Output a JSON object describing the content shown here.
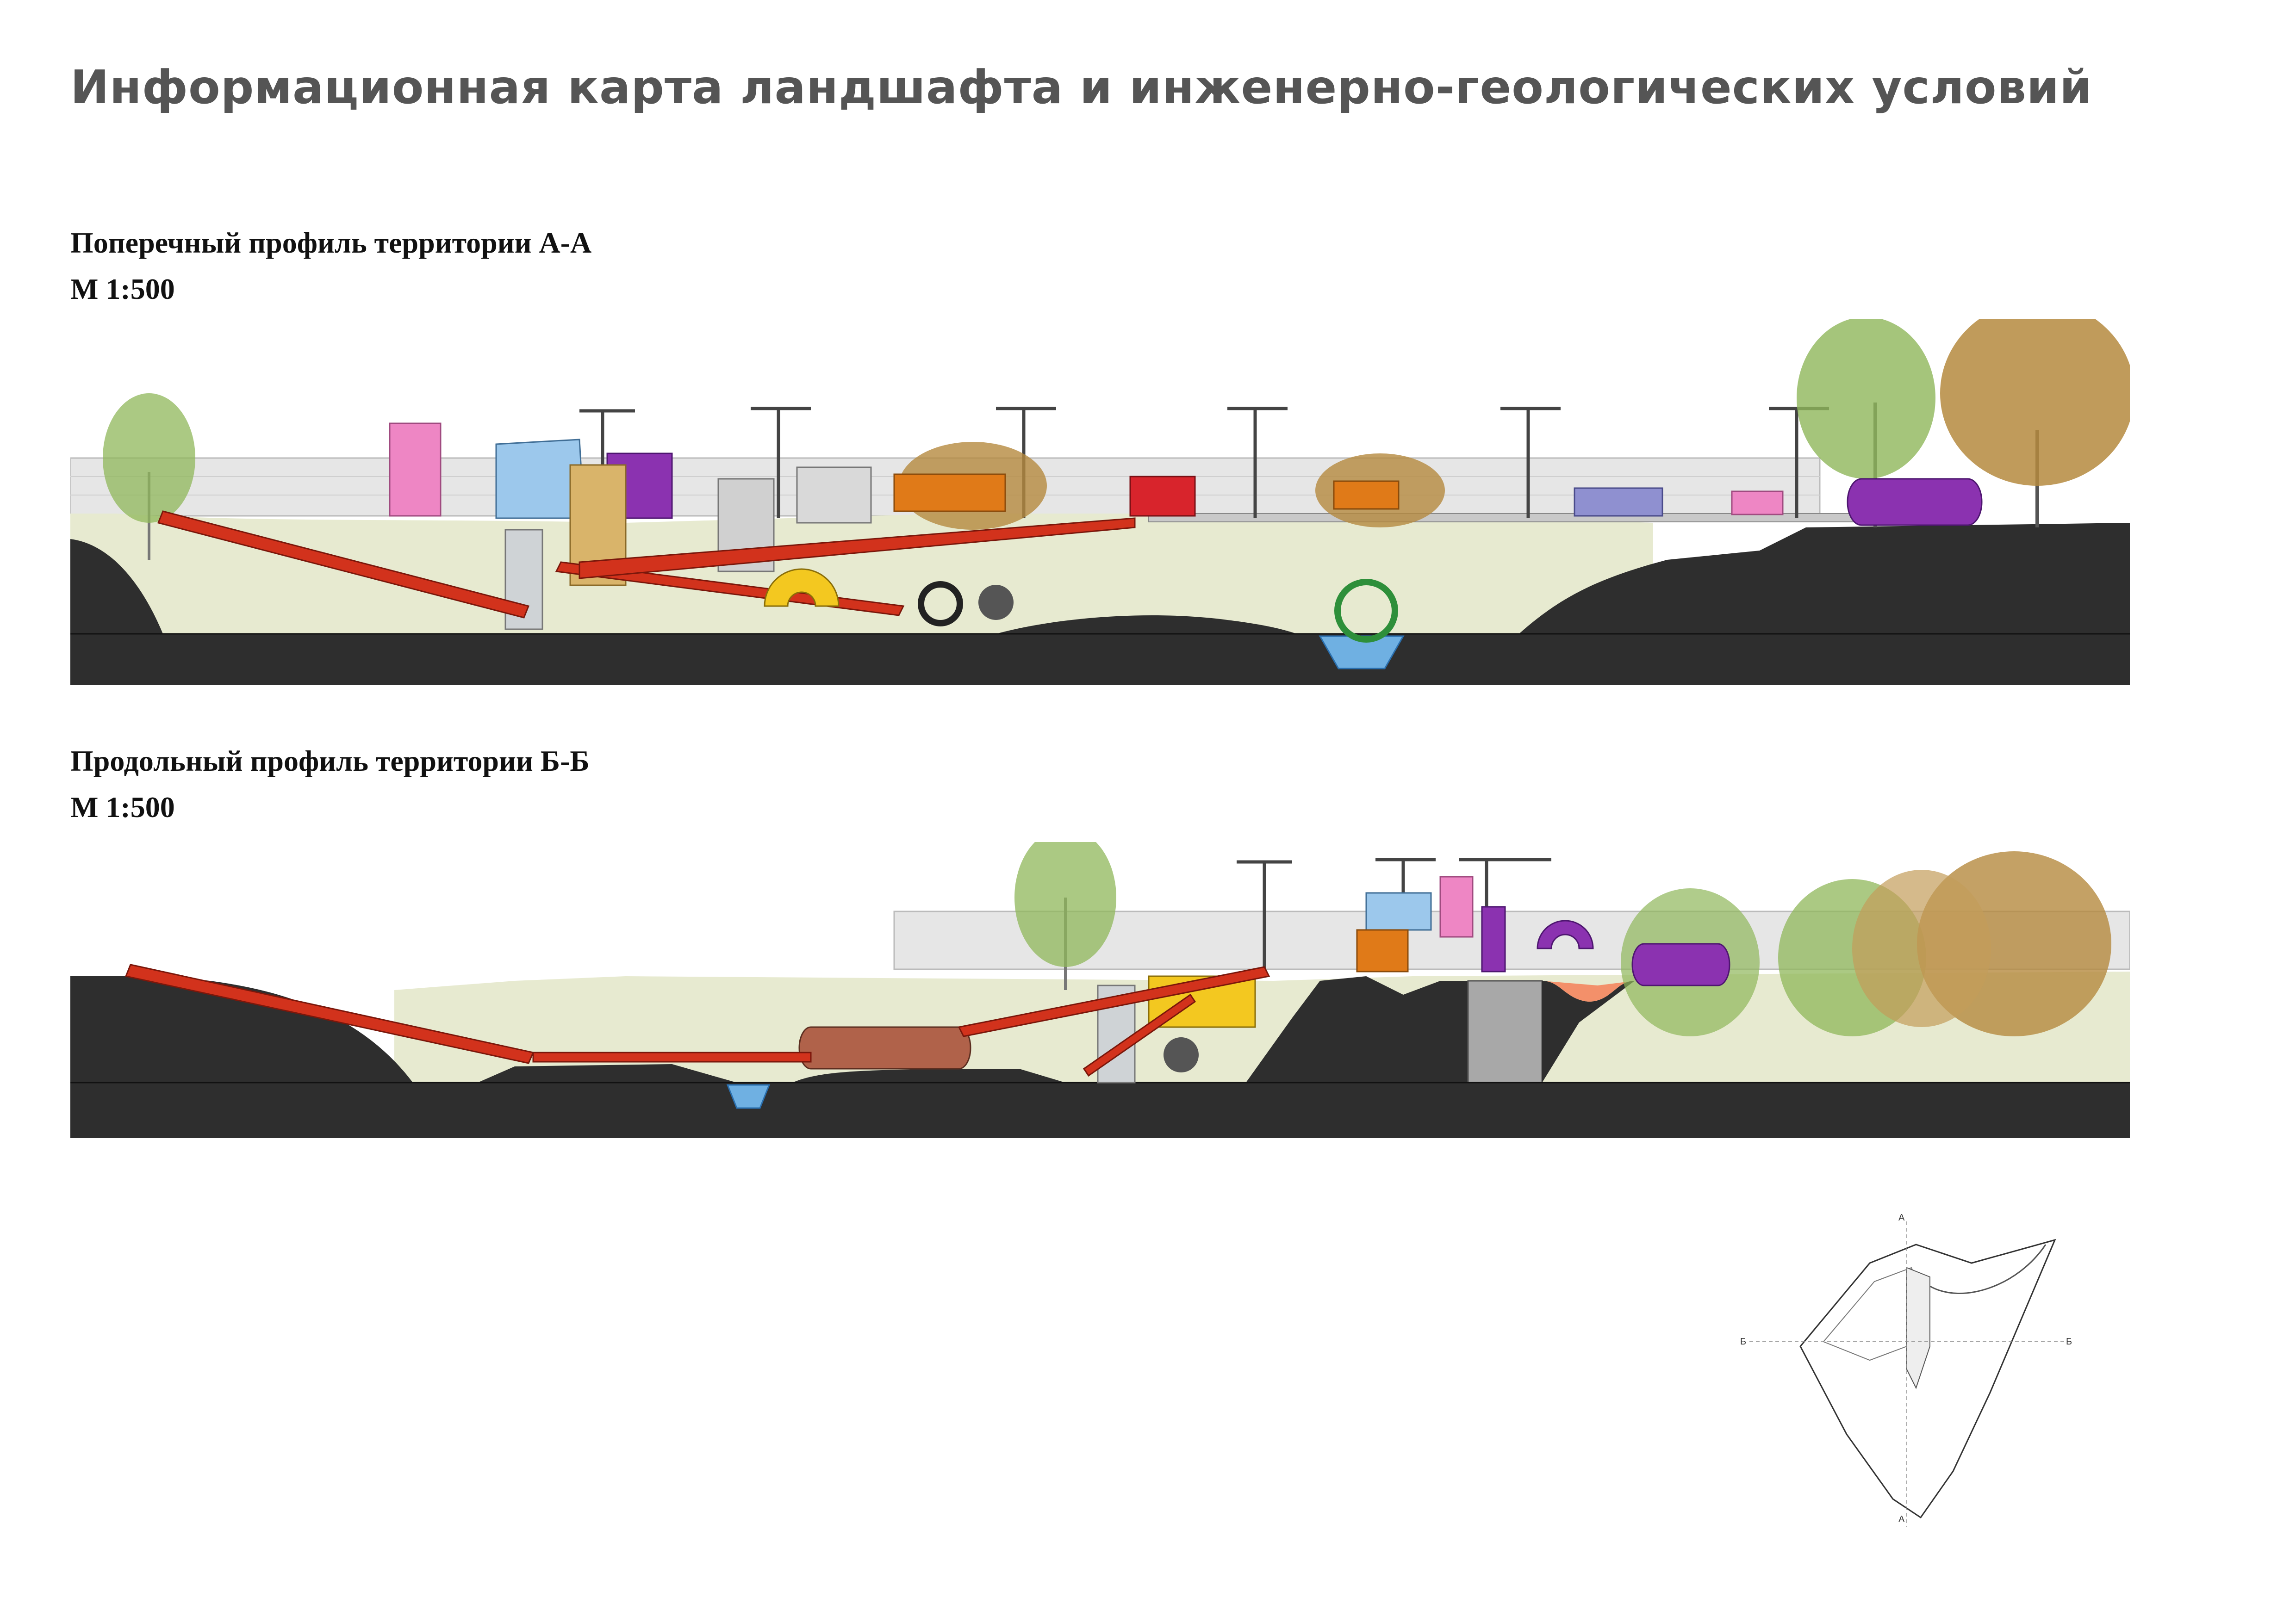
{
  "title": "Информационная карта ландшафта и инженерно-геологических условий",
  "sections": [
    {
      "name": "Поперечный профиль территории А-А",
      "scale": "М 1:500"
    },
    {
      "name": "Продольный профиль территории Б-Б",
      "scale": "М 1:500"
    }
  ],
  "keyplan": {
    "cut_a": "А",
    "cut_b": "Б"
  },
  "colors": {
    "ground": "#2e2e2e",
    "grass": "#e7ead0",
    "fence": "#e6e6e6",
    "slide": "#d2321c",
    "purple": "#8b32b0",
    "orange": "#e07a18",
    "pink": "#ee86c4",
    "blue": "#9cc8ec",
    "yellow": "#f3c820",
    "water": "#6fb0e2",
    "tree_green": "#8fb75a",
    "tree_autumn": "#b58a3e"
  }
}
